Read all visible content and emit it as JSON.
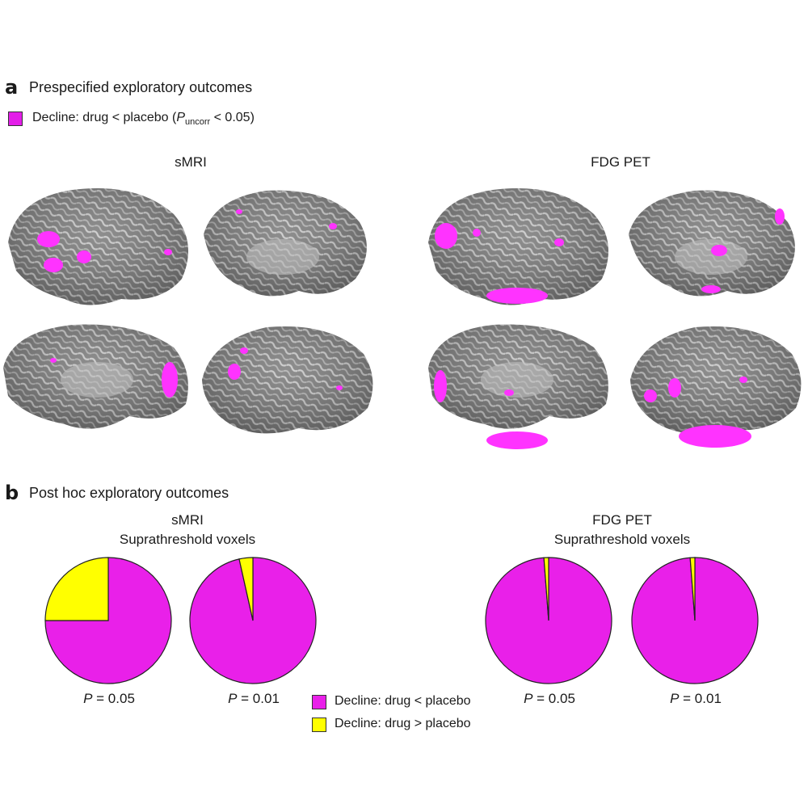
{
  "panel_a": {
    "letter": "a",
    "title": "Prespecified exploratory outcomes",
    "legend_prefix": "Decline: drug < placebo (",
    "legend_P": "P",
    "legend_sub": "uncorr",
    "legend_suffix": " < 0.05)",
    "legend_color": "#e31ee8",
    "col_labels": [
      "sMRI",
      "FDG PET"
    ]
  },
  "panel_b": {
    "letter": "b",
    "title": "Post hoc exploratory outcomes",
    "groups": [
      {
        "modality": "sMRI",
        "subtitle": "Suprathreshold voxels"
      },
      {
        "modality": "FDG PET",
        "subtitle": "Suprathreshold voxels"
      }
    ],
    "legend": [
      {
        "label": "Decline: drug < placebo",
        "color": "#e920e9"
      },
      {
        "label": "Decline: drug > placebo",
        "color": "#ffff00"
      }
    ]
  },
  "chart_data": [
    {
      "type": "pie",
      "group": "sMRI",
      "p_label": "P",
      "p_value": "= 0.05",
      "slices": [
        {
          "label": "Decline: drug < placebo",
          "value": 75
        },
        {
          "label": "Decline: drug > placebo",
          "value": 25
        }
      ]
    },
    {
      "type": "pie",
      "group": "sMRI",
      "p_label": "P",
      "p_value": "= 0.01",
      "slices": [
        {
          "label": "Decline: drug < placebo",
          "value": 96.5
        },
        {
          "label": "Decline: drug > placebo",
          "value": 3.5
        }
      ]
    },
    {
      "type": "pie",
      "group": "FDG PET",
      "p_label": "P",
      "p_value": "= 0.05",
      "slices": [
        {
          "label": "Decline: drug < placebo",
          "value": 98.8
        },
        {
          "label": "Decline: drug > placebo",
          "value": 1.2
        }
      ]
    },
    {
      "type": "pie",
      "group": "FDG PET",
      "p_label": "P",
      "p_value": "= 0.01",
      "slices": [
        {
          "label": "Decline: drug < placebo",
          "value": 98.8
        },
        {
          "label": "Decline: drug > placebo",
          "value": 1.2
        }
      ]
    }
  ]
}
